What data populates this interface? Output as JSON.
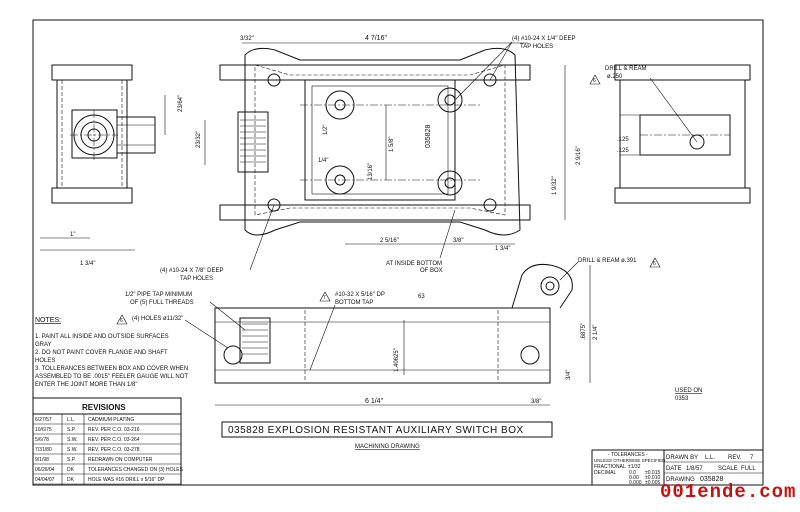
{
  "drawing": {
    "title": "035828  EXPLOSION RESISTANT AUXILIARY SWITCH BOX",
    "subtitle": "MACHINING DRAWING",
    "part_number_vertical": "035828",
    "used_on_label": "USED ON",
    "used_on_value": "0353"
  },
  "dimensions": {
    "d1": "3/32\"",
    "d2": "4 7/16\"",
    "d3": "23/64\"",
    "d4": "23/32\"",
    "d5": "1\"",
    "d6": "1 3/4\"",
    "d7": "1/2\"",
    "d8": "1/4\"",
    "d9": "1 5/8\"",
    "d10": "13/16\"",
    "d11": "2 5/16\"",
    "d12": "3/8\"",
    "d13": "1 3/4\"",
    "d14": "1 9/32\"",
    "d15": "2 9/16\"",
    "d16": ".125",
    "d17": ".125",
    "d18": "2 1/4\"",
    "d19": "3/4\"",
    "d20": "6 1/4\"",
    "d21": "3/8\"",
    "d22": "1.40625\"",
    "d23": ".6875\"",
    "d24": "63"
  },
  "notes_callouts": {
    "tap_top": "(4) #10-24 X 1/4\" DEEP",
    "tap_top2": "TAP HOLES",
    "drill_ream_6": "DRILL & REAM",
    "drill_ream_6b": "ø.250",
    "tap_bottom": "(4) #10-24 X 7/8\" DEEP",
    "tap_bottom2": "TAP HOLES",
    "inside_bottom": "AT INSIDE BOTTOM",
    "inside_bottom2": "OF BOX",
    "drill_391": "DRILL & REAM ø.391",
    "pipe_tap": "1/2\" PIPE TAP MINIMUM",
    "pipe_tap2": "OF (5) FULL THREADS",
    "tap_10_32": "#10-32 X 5/16\" DP",
    "tap_10_32b": "BOTTOM TAP",
    "holes_1132": "(4) HOLES ø11/32\"",
    "tri6": "6",
    "tri7": "7",
    "tri8": "8"
  },
  "notes": {
    "heading": "NOTES:",
    "n1": "1. PAINT ALL INSIDE AND OUTSIDE SURFACES",
    "n1b": "GRAY",
    "n2": "2. DO NOT PAINT COVER FLANGE AND SHAFT",
    "n2b": "HOLES",
    "n3": "3. TOLLERANCES BETWEEN BOX AND COVER WHEN",
    "n3b": "ASSEMBLED TO BE .0015\" FEELER GAUGE WILL NOT",
    "n3c": "ENTER THE JOINT MORE THAN 1/8\""
  },
  "revisions": {
    "title": "REVISIONS",
    "rows": [
      {
        "date": "6/27/57",
        "by": "L.L.",
        "desc": "CADMIUM PLATING"
      },
      {
        "date": "10/6/75",
        "by": "S.P.",
        "desc": "REV. PER C.O. 03-216"
      },
      {
        "date": "5/6/78",
        "by": "S.W.",
        "desc": "REV. PER C.O. 03-264"
      },
      {
        "date": "7/31/80",
        "by": "S.W.",
        "desc": "REV. PER C.O. 03-278"
      },
      {
        "date": "9/1/98",
        "by": "S.P.",
        "desc": "REDRAWN ON COMPUTER"
      },
      {
        "date": "06/26/04",
        "by": "DK",
        "desc": "TOLERANCES CHANGED ON (3) HOLES"
      },
      {
        "date": "04/04/07",
        "by": "DK",
        "desc": "HOLE WAS #16 DRILL x 5/16\" DP"
      }
    ]
  },
  "tolerances": {
    "title": "- TOLERANCES -",
    "l1": "UNLESS OTHERWISE SPECIFIED",
    "frac_label": "FRACTIONAL",
    "frac_val": "±1/32",
    "dec_label": "DECIMAL",
    "d1a": "0.0",
    "d1b": "±0.015",
    "d2a": "0.00",
    "d2b": "±0.010",
    "d3a": "0.000",
    "d3b": "±0.005"
  },
  "title_block": {
    "drawn_by_label": "DRAWN BY",
    "drawn_by": "L.L.",
    "rev_label": "REV.",
    "rev": "7",
    "date_label": "DATE",
    "date": "1/8/57",
    "scale_label": "SCALE",
    "scale": "FULL",
    "drawing_label": "DRAWING",
    "drawing": "035828"
  },
  "watermark": "001ende.com"
}
